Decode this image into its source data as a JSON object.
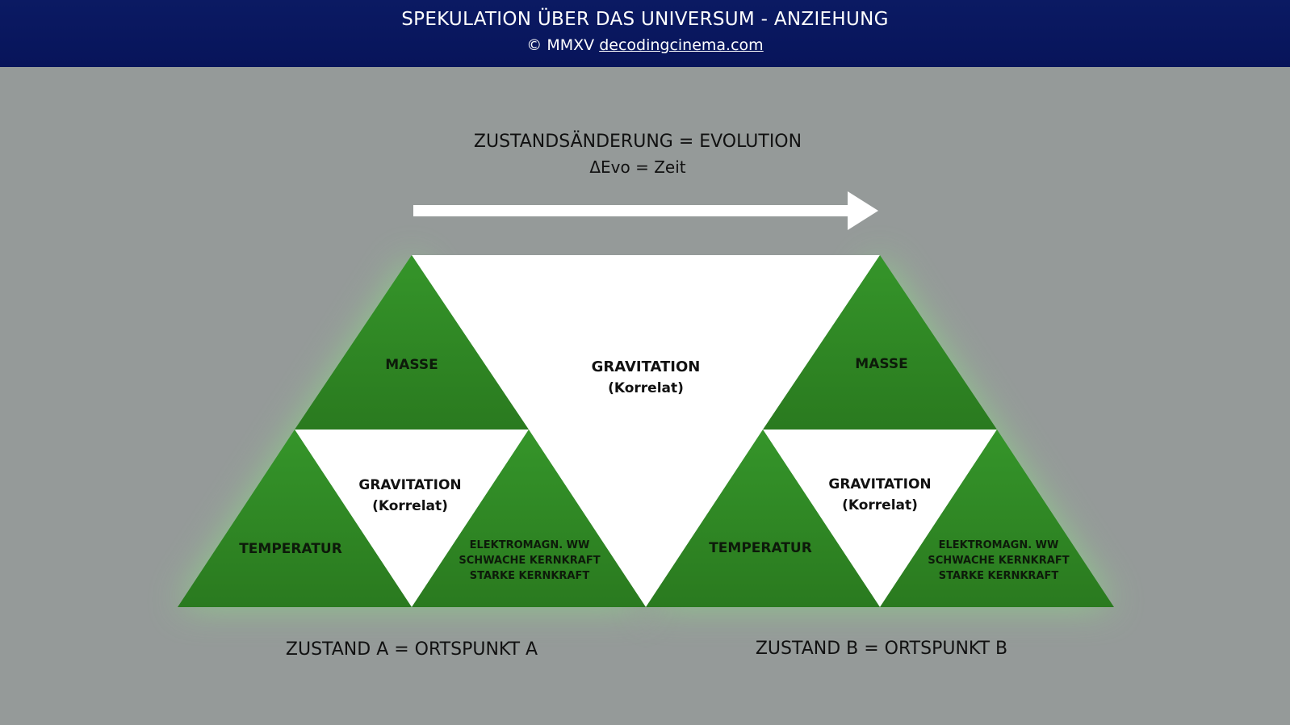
{
  "header": {
    "title": "SPEKULATION ÜBER DAS UNIVERSUM - ANZIEHUNG",
    "copyright": "© MMXV",
    "link": "decodingcinema.com"
  },
  "arrow": {
    "line1": "ZUSTANDSÄNDERUNG = EVOLUTION",
    "line2": "ΔEvo = Zeit"
  },
  "center": {
    "title": "GRAVITATION",
    "subtitle": "(Korrelat)"
  },
  "state_a": {
    "top": "MASSE",
    "center_title": "GRAVITATION",
    "center_subtitle": "(Korrelat)",
    "left": "TEMPERATUR",
    "right_lines": [
      "ELEKTROMAGN. WW",
      "SCHWACHE KERNKRAFT",
      "STARKE KERNKRAFT"
    ],
    "caption": "ZUSTAND A = ORTSPUNKT A"
  },
  "state_b": {
    "top": "MASSE",
    "center_title": "GRAVITATION",
    "center_subtitle": "(Korrelat)",
    "left": "TEMPERATUR",
    "right_lines": [
      "ELEKTROMAGN. WW",
      "SCHWACHE KERNKRAFT",
      "STARKE KERNKRAFT"
    ],
    "caption": "ZUSTAND B = ORTSPUNKT B"
  },
  "colors": {
    "header": "#0b1a63",
    "background": "#959a99",
    "green": "#2f8a22",
    "white": "#ffffff"
  }
}
